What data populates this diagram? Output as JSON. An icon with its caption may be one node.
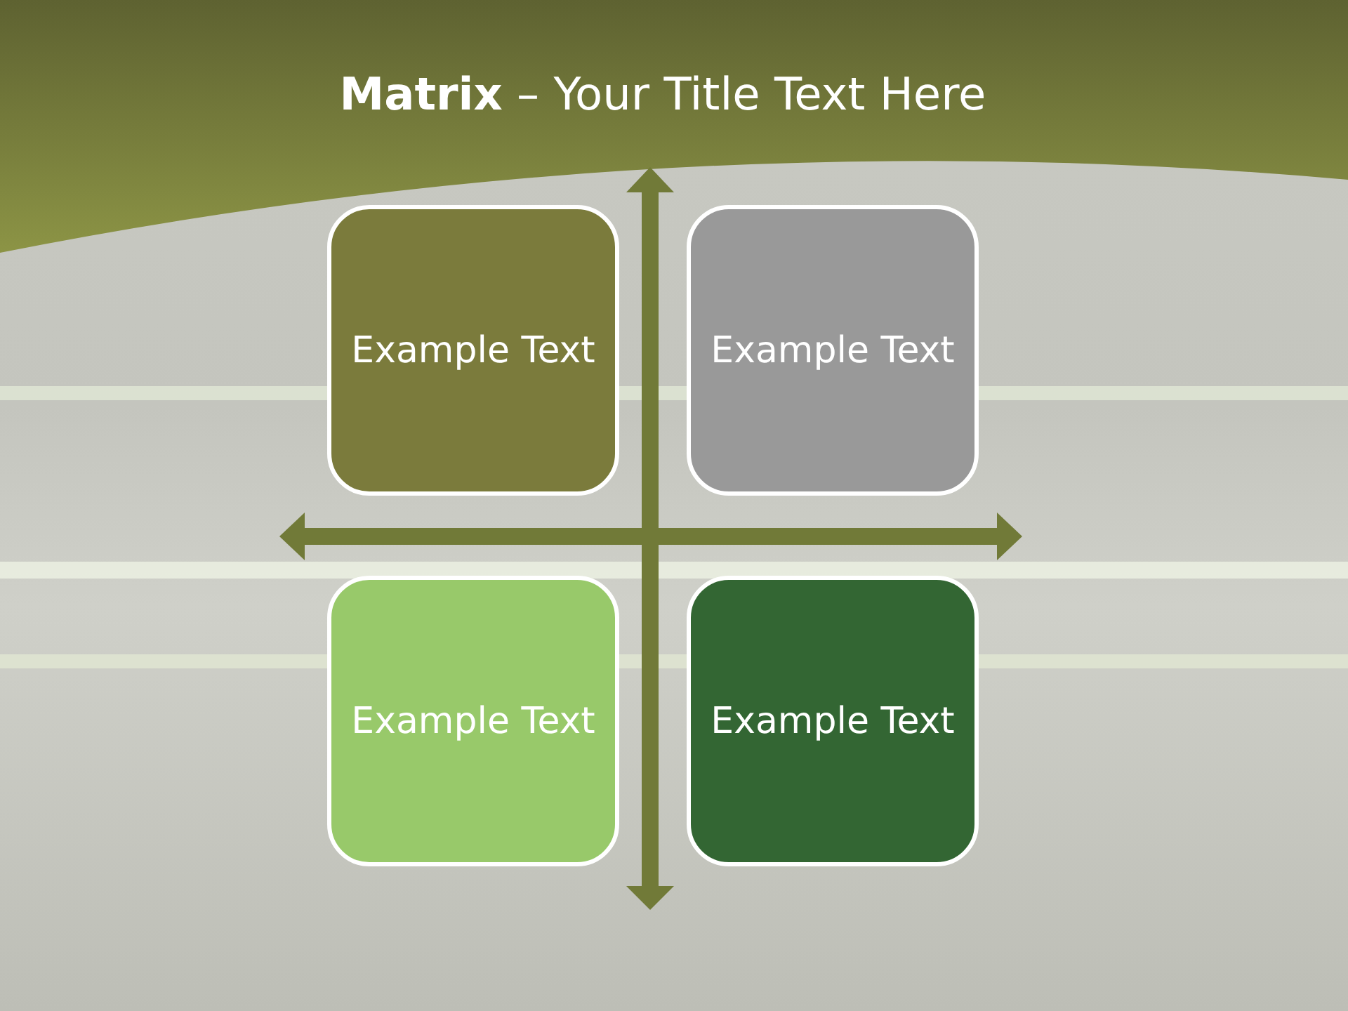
{
  "diagram": {
    "title": "**Matrix** – Your Title Text Here",
    "nodes": [
      {
        "text": [
          "Example Text"
        ]
      },
      {
        "text": [
          "Example Text"
        ]
      },
      {
        "text": [
          "Example Text"
        ]
      },
      {
        "text": [
          "Example Text"
        ]
      }
    ]
  }
}
